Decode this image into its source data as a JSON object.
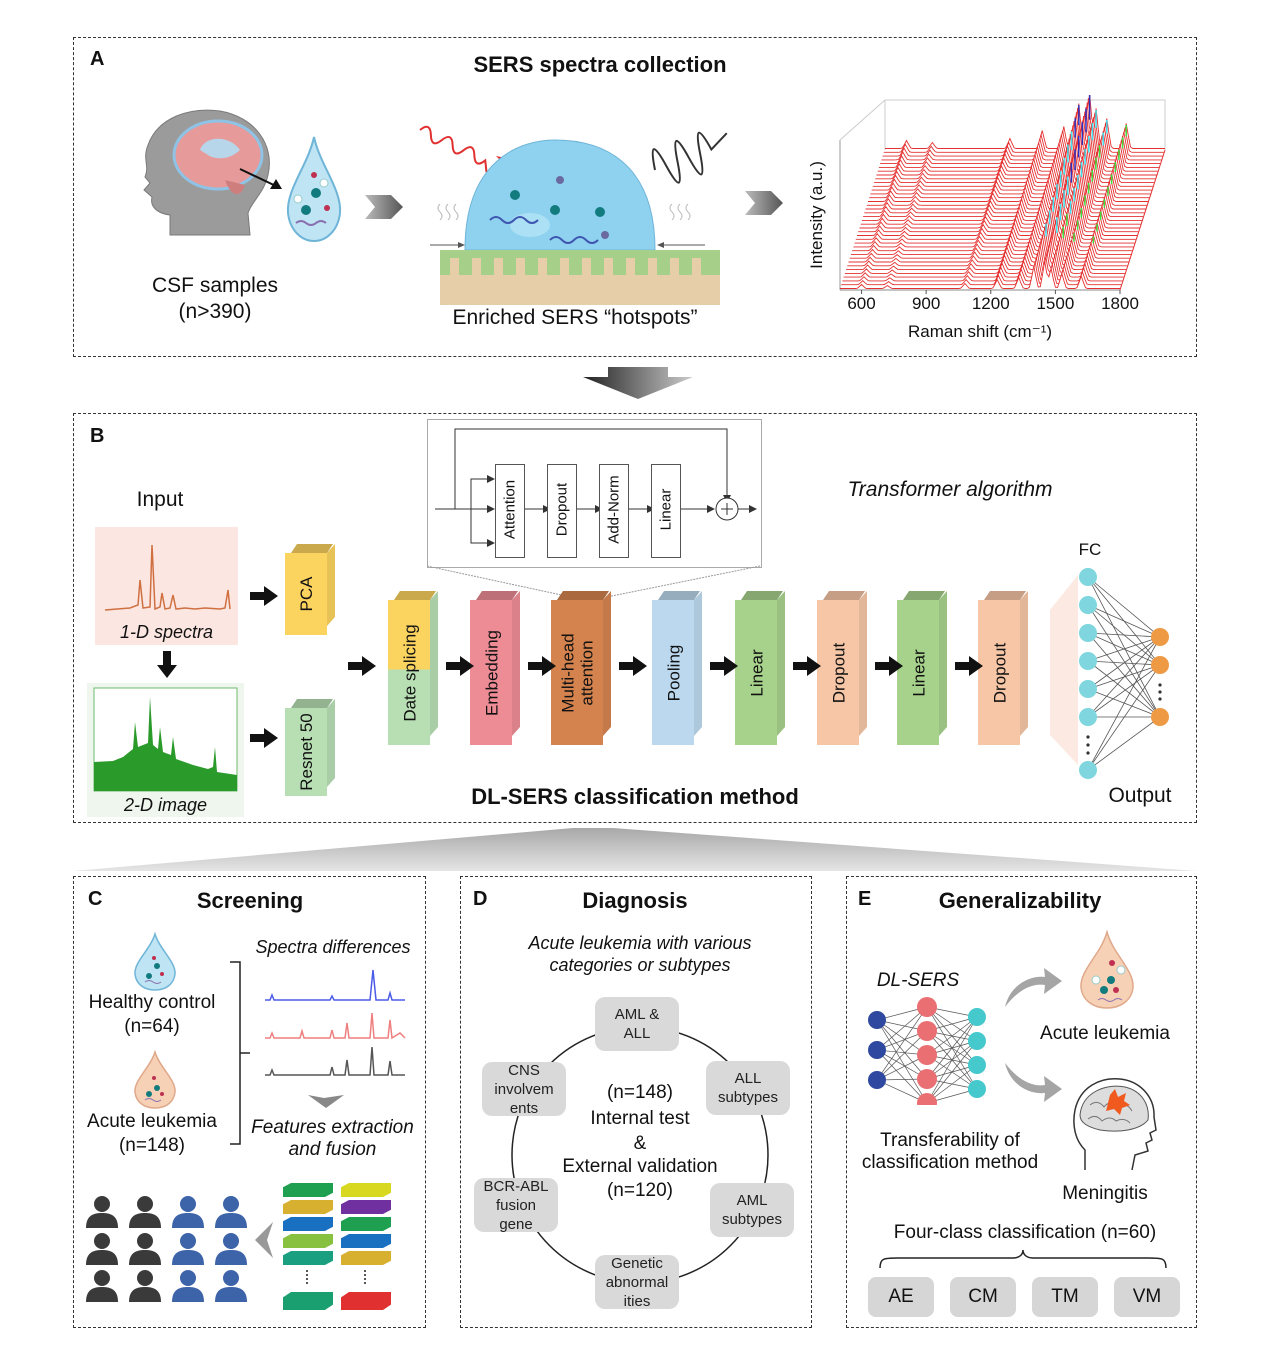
{
  "panel_a": {
    "label": "A",
    "title": "SERS spectra collection",
    "csf_label": "CSF samples",
    "csf_count": "(n>390)",
    "hotspots_label": "Enriched SERS “hotspots”",
    "icons": [
      "head-brain-icon",
      "csf-droplet-icon",
      "sers-substrate-droplet-icon",
      "laser-wave-icon",
      "scattered-wave-icon"
    ],
    "colors": {
      "droplet": "#9fd8ee",
      "substrate_top": "#a6d08a",
      "substrate_base": "#e6cfa8",
      "laser": "#e03030"
    }
  },
  "chart_data": {
    "type": "line",
    "title": "",
    "xlabel": "Raman shift (cm⁻¹)",
    "ylabel": "Intensity (a.u.)",
    "xlim": [
      500,
      1800
    ],
    "xticks": [
      "600",
      "900",
      "1200",
      "1500",
      "1800"
    ],
    "style": "3D waterfall of stacked spectra",
    "peaks_approx": [
      600,
      720,
      1080,
      1230,
      1330,
      1400,
      1450,
      1480,
      1530,
      1620
    ],
    "colormap": [
      "#e53030",
      "#f5e83a",
      "#3fe040",
      "#40e0f0",
      "#3030c0"
    ]
  },
  "panel_b": {
    "label": "B",
    "title": "DL-SERS classification method",
    "transformer_label": "Transformer algorithm",
    "input_label": "Input",
    "spectra_label": "1-D spectra",
    "image_label": "2-D image",
    "inset_blocks": [
      "Attention",
      "Dropout",
      "Add-Norm",
      "Linear"
    ],
    "branch_blocks": [
      {
        "label": "PCA",
        "color": "#fbd35f"
      },
      {
        "label": "Resnet 50",
        "color": "#b8dfb4"
      }
    ],
    "pipeline": [
      {
        "label": "Date splicing",
        "color": "#fbd35f",
        "color2": "#b8dfb4"
      },
      {
        "label": "Embedding",
        "color": "#ee8c96"
      },
      {
        "label": "Multi-head attention",
        "color": "#d4834f"
      },
      {
        "label": "Pooling",
        "color": "#bcd8ee"
      },
      {
        "label": "Linear",
        "color": "#a7d28c"
      },
      {
        "label": "Dropout",
        "color": "#f6c6a6"
      },
      {
        "label": "Linear",
        "color": "#a7d28c"
      },
      {
        "label": "Dropout",
        "color": "#f6c6a6"
      }
    ],
    "fc_label": "FC",
    "output_label": "Output",
    "colors": {
      "fc_node": "#7fd6de",
      "output_node": "#ee9a45"
    }
  },
  "panel_c": {
    "label": "C",
    "title": "Screening",
    "healthy_label": "Healthy control",
    "healthy_count": "(n=64)",
    "leukemia_label": "Acute leukemia",
    "leukemia_count": "(n=148)",
    "spectra_diff_label": "Spectra differences",
    "features_label_1": "Features extraction",
    "features_label_2": "and fusion",
    "colors": {
      "person_dark": "#3a3a3a",
      "person_blue": "#3d63a8"
    }
  },
  "panel_d": {
    "label": "D",
    "title": "Diagnosis",
    "subtitle_1": "Acute leukemia with various",
    "subtitle_2": "categories or subtypes",
    "center": [
      "(n=148)",
      "Internal test",
      "&",
      "External validation",
      "(n=120)"
    ],
    "nodes": [
      "AML &\nALL",
      "ALL\nsubtypes",
      "AML\nsubtypes",
      "Genetic\nabnormal\nities",
      "BCR-ABL\nfusion\ngene",
      "CNS\ninvolvem\nents"
    ]
  },
  "panel_e": {
    "label": "E",
    "title": "Generalizability",
    "dlsers_label": "DL-SERS",
    "transfer_label_1": "Transferability of",
    "transfer_label_2": "classification method",
    "leukemia_label": "Acute leukemia",
    "meningitis_label": "Meningitis",
    "four_class_label": "Four-class classification (n=60)",
    "classes": [
      "AE",
      "CM",
      "TM",
      "VM"
    ],
    "colors": {
      "input_node": "#2f49a0",
      "hidden_node": "#ea6f72",
      "output_node": "#45c9cc",
      "lesion": "#f05a1e"
    }
  }
}
